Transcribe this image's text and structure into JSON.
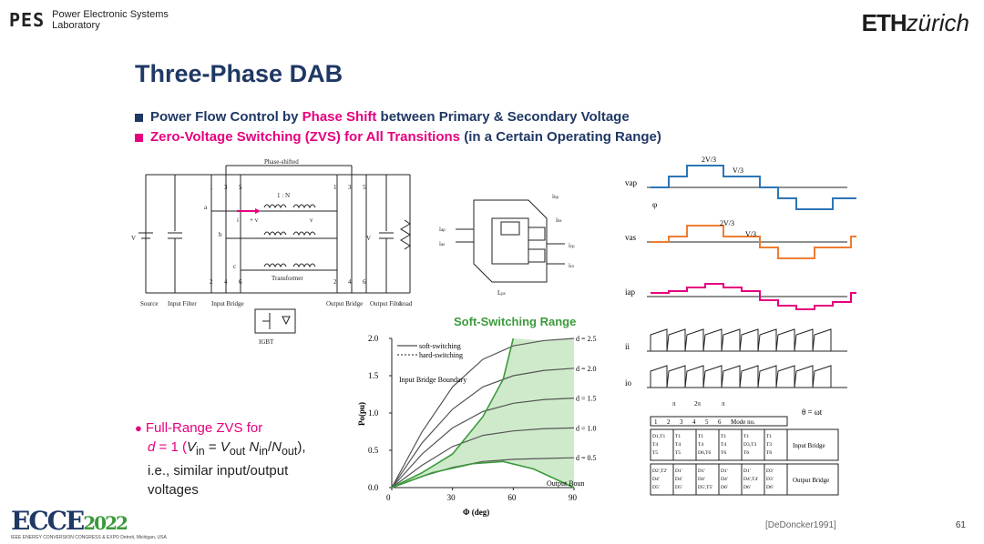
{
  "header": {
    "logo_mark": "PES",
    "logo_line1": "Power Electronic Systems",
    "logo_line2": "Laboratory",
    "eth_bold": "ETH",
    "eth_italic": "zürich"
  },
  "title": "Three-Phase DAB",
  "bullets": [
    {
      "parts": [
        "Power Flow Control by ",
        "Phase Shift",
        " between Primary & Secondary Voltage"
      ]
    },
    {
      "parts": [
        "Zero-Voltage Switching (ZVS) for All Transitions",
        " (in a Certain Operating Range)"
      ]
    }
  ],
  "circuit": {
    "phase_shifted": "Phase-shifted",
    "transformer": "Transformer",
    "ratio": "1 : N",
    "i_ap": "i",
    "v_ap": "+ v",
    "v_as": "v",
    "labels_bottom": [
      "Source",
      "Input Filter",
      "Input Bridge",
      "Output Bridge",
      "Output Filter",
      "Load"
    ],
    "igbt": "IGBT",
    "vi": "V",
    "vo": "V",
    "switch_in_top": [
      "1",
      "3",
      "5"
    ],
    "switch_in_bot": [
      "2",
      "4",
      "6"
    ],
    "switch_out_top": [
      "1'",
      "3'",
      "5'"
    ],
    "switch_out_bot": [
      "2'",
      "4'",
      "6'"
    ],
    "nodes": [
      "a",
      "b",
      "c"
    ]
  },
  "core": {
    "labels": [
      "i",
      "i",
      "i",
      "i",
      "i",
      "L"
    ],
    "subs": [
      "bp",
      "bs",
      "cp",
      "cs",
      "ap",
      "as",
      "ps"
    ]
  },
  "chart_data": {
    "type": "line",
    "title": "Soft-Switching Range",
    "xlabel": "Φ (deg)",
    "ylabel": "Po(pu)",
    "xlim": [
      0,
      90
    ],
    "ylim": [
      0,
      2.0
    ],
    "x_ticks": [
      "0",
      "30",
      "60",
      "90"
    ],
    "y_ticks": [
      "0.0",
      "0.5",
      "1.0",
      "1.5",
      "2.0"
    ],
    "legend": [
      "soft-switching",
      "hard-switching"
    ],
    "annotations": [
      "Input Bridge Boundary",
      "Output Boun"
    ],
    "series": [
      {
        "name": "d = 2.5",
        "x": [
          0,
          15,
          30,
          45,
          60,
          75,
          90
        ],
        "values": [
          0,
          0.75,
          1.35,
          1.72,
          1.9,
          1.97,
          2.0
        ]
      },
      {
        "name": "d = 2.0",
        "x": [
          0,
          15,
          30,
          45,
          60,
          75,
          90
        ],
        "values": [
          0,
          0.6,
          1.05,
          1.35,
          1.5,
          1.57,
          1.6
        ]
      },
      {
        "name": "d = 1.5",
        "x": [
          0,
          15,
          30,
          45,
          60,
          75,
          90
        ],
        "values": [
          0,
          0.45,
          0.8,
          1.02,
          1.13,
          1.18,
          1.2
        ]
      },
      {
        "name": "d = 1.0",
        "x": [
          0,
          15,
          30,
          45,
          60,
          75,
          90
        ],
        "values": [
          0,
          0.3,
          0.55,
          0.7,
          0.76,
          0.79,
          0.8
        ]
      },
      {
        "name": "d = 0.5",
        "x": [
          0,
          15,
          30,
          45,
          60,
          75,
          90
        ],
        "values": [
          0,
          0.15,
          0.27,
          0.35,
          0.38,
          0.39,
          0.4
        ]
      }
    ],
    "input_boundary": {
      "x": [
        0,
        15,
        30,
        45,
        55,
        60
      ],
      "values": [
        0,
        0.2,
        0.45,
        0.95,
        1.45,
        2.0
      ]
    },
    "output_boundary": {
      "x": [
        0,
        20,
        40,
        55,
        70,
        90
      ],
      "values": [
        0,
        0.2,
        0.32,
        0.35,
        0.25,
        0.0
      ]
    }
  },
  "waveforms": {
    "labels": [
      "v",
      "v",
      "i",
      "i",
      "i"
    ],
    "subs": [
      "ap",
      "as",
      "ap",
      "i",
      "o"
    ],
    "annot": [
      "2V",
      "V",
      "2V",
      "V",
      "φ",
      "θ = ωt",
      "π",
      "2π",
      "π"
    ],
    "annot_frac": [
      "/3",
      "/3"
    ],
    "mode_row": [
      "1",
      "2",
      "3",
      "4",
      "5",
      "6",
      "Mode no."
    ],
    "table_in": [
      "D1,T1\nT4\nT5",
      "T1\nT4\nT5",
      "T1\nT4\nD6,T6",
      "T1\nT4\nT6",
      "T1\nD3,T3\nT6",
      "T1\nT3\nT6"
    ],
    "table_in_label": "Input Bridge",
    "table_out": [
      "D2',T2'\nD4'\nD5'",
      "D1'\nD4'\nD5'",
      "D1'\nD4'\nD5',T5'",
      "D1'\nD4'\nD6'",
      "D1'\nD4',T4'\nD6'",
      "D3'\nD3'\nD6'"
    ],
    "table_out_label": "Output Bridge"
  },
  "note": {
    "text1": "Full-Range ZVS for",
    "text2_d": "d",
    "text2_rest": " = 1 (",
    "text3": "i.e., similar input/output",
    "text4": "voltages"
  },
  "footer": {
    "ecce": "ECCE",
    "ecce_year": "2022",
    "ecce_small": "IEEE ENERGY CONVERSION CONGRESS & EXPO  Detroit, Michigan, USA",
    "reference": "[DeDoncker1991]",
    "page": "61"
  }
}
